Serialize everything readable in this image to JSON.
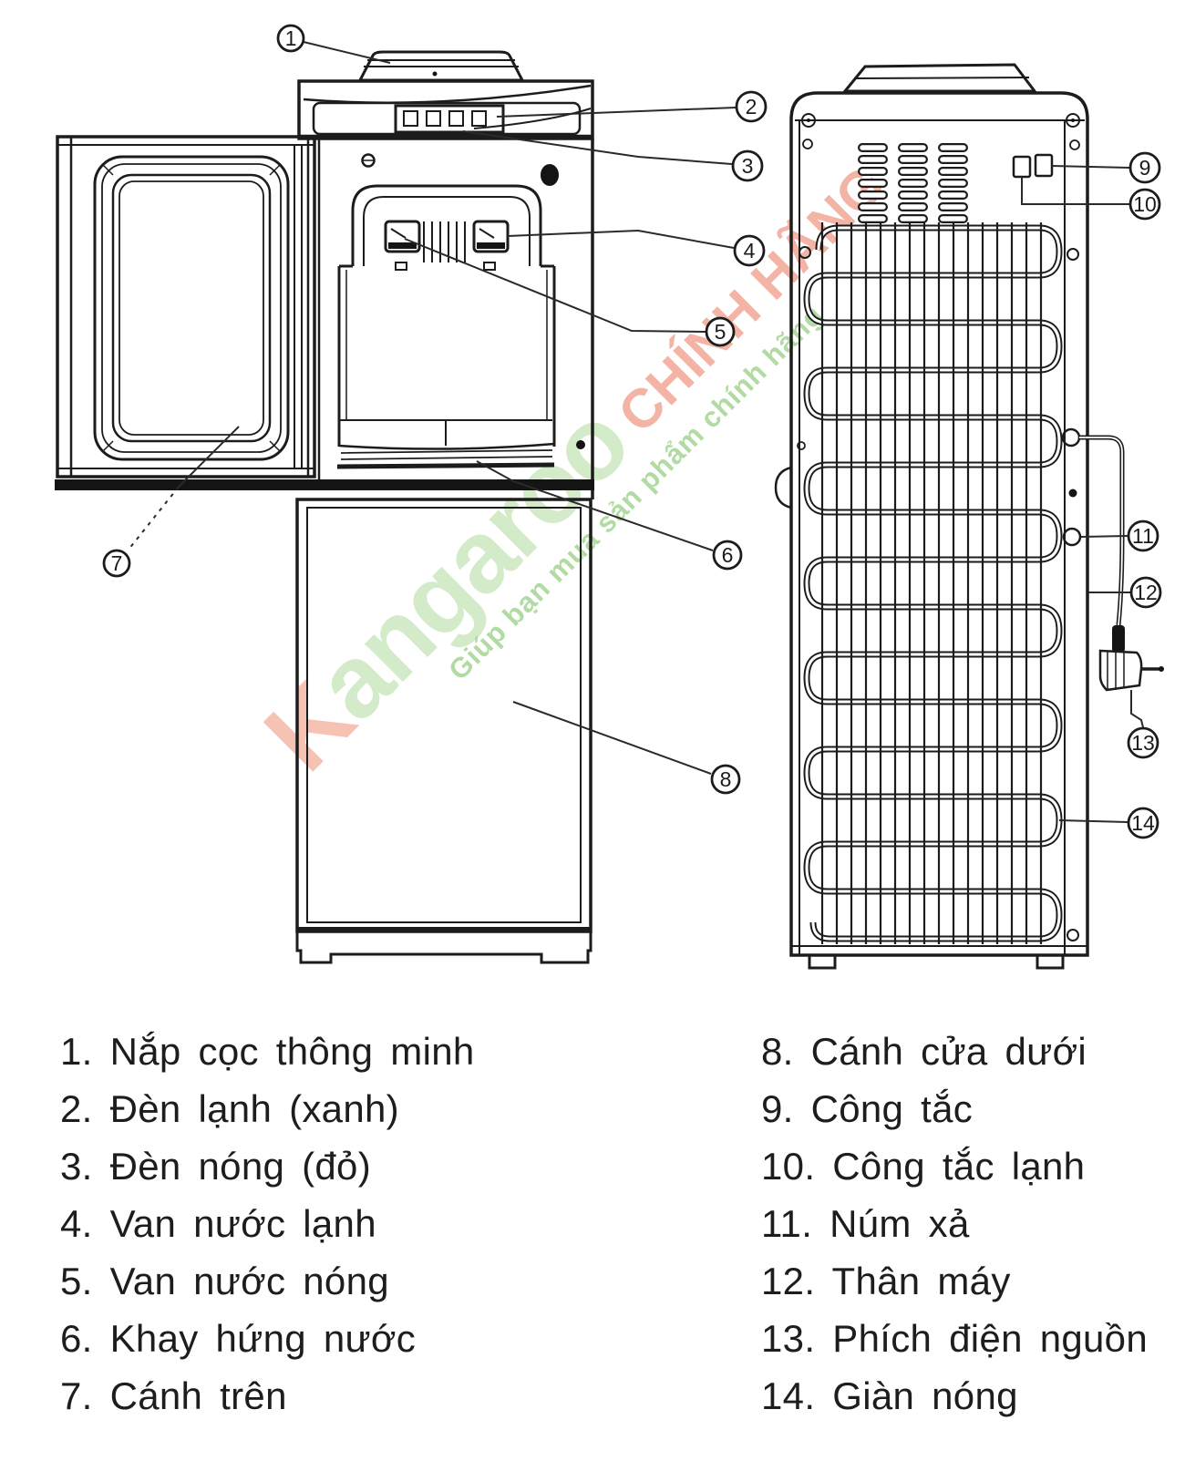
{
  "watermark": {
    "brand_k": "K",
    "brand_rest": "angaroo",
    "headline": "CHÍNH HÃNG",
    "tagline": "Giúp bạn mua sản phẩm chính hãng",
    "brand_k_color": "#f5bcab",
    "brand_color": "#cfe9c4",
    "headline_color": "#f2ab9c",
    "tagline_color": "#a9d899"
  },
  "callouts": [
    "1",
    "2",
    "3",
    "4",
    "5",
    "6",
    "7",
    "8",
    "9",
    "10",
    "11",
    "12",
    "13",
    "14"
  ],
  "legend": {
    "left": [
      "1. Nắp cọc thông minh",
      "2. Đèn lạnh (xanh)",
      "3. Đèn nóng (đỏ)",
      "4. Van nước lạnh",
      "5. Van nước nóng",
      "6. Khay hứng nước",
      "7. Cánh trên"
    ],
    "right": [
      "8. Cánh cửa dưới",
      "9. Công tắc",
      "10. Công tắc lạnh",
      "11. Núm xả",
      "12. Thân máy",
      "13. Phích điện nguồn",
      "14. Giàn nóng"
    ]
  }
}
